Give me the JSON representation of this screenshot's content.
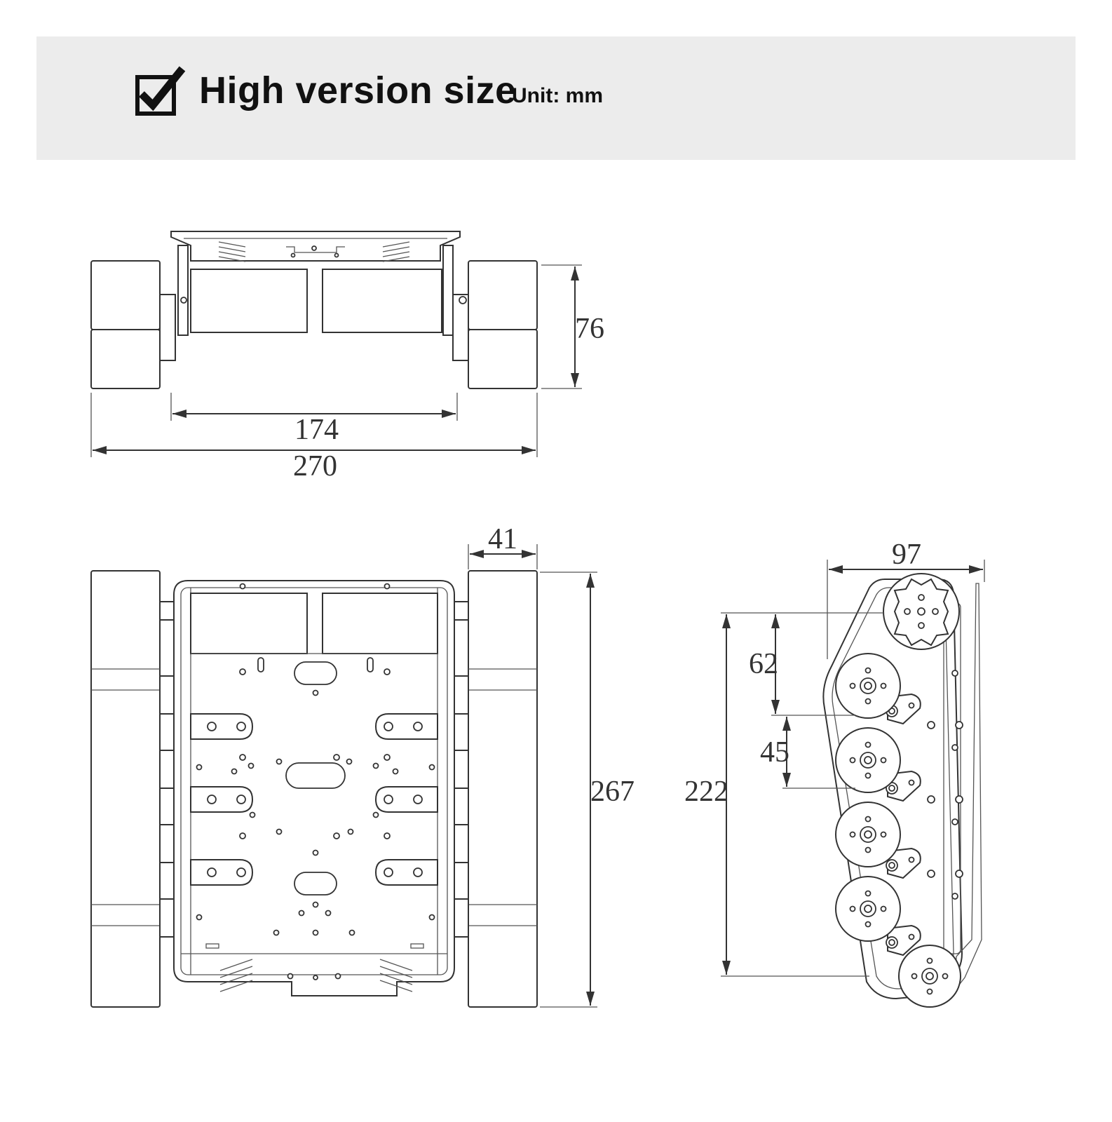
{
  "header": {
    "title": "High version size",
    "unit_label": "Unit: mm"
  },
  "front_view": {
    "height_dim": "76",
    "inner_width_dim": "174",
    "overall_width_dim": "270"
  },
  "top_view": {
    "track_width_dim": "41",
    "length_dim": "267"
  },
  "side_view": {
    "width_dim": "97",
    "sprocket_offset_dim": "62",
    "wheel_spacing_dim": "45",
    "wheelbase_dim": "222"
  }
}
